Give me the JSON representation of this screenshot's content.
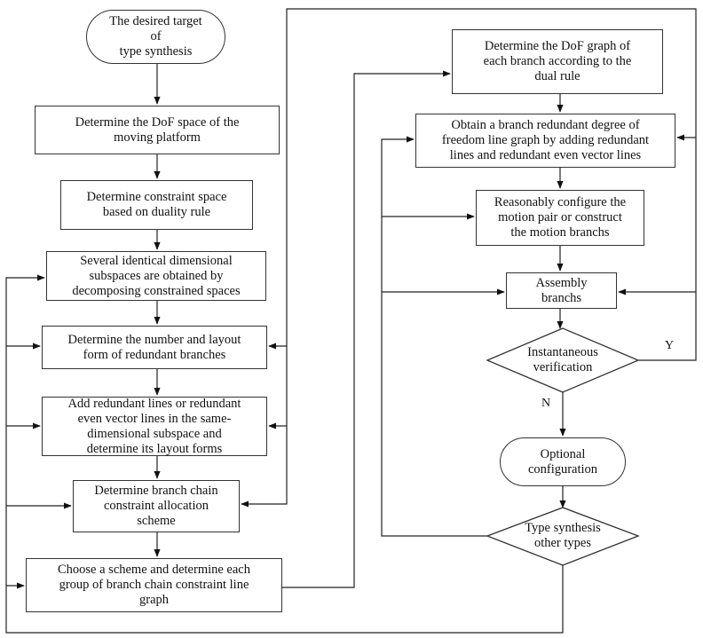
{
  "nodes": {
    "start": "The desired target\nof\ntype synthesis",
    "dof_space": "Determine the DoF space of the\nmoving platform",
    "constraint_space": "Determine  constraint space\nbased on duality rule",
    "subspaces": "Several identical dimensional\nsubspaces are obtained by\ndecomposing constrained spaces",
    "redundant_branches": "Determine the number and layout\nform of redundant branches",
    "add_redundant": "Add redundant lines or redundant\neven  vector lines in the same-\ndimensional subspace and\ndetermine its layout forms",
    "allocation": "Determine branch chain\nconstraint allocation\nscheme",
    "choose_scheme": "Choose a scheme and determine each\ngroup of branch chain constraint line\ngraph",
    "dof_graph": "Determine the DoF graph of\neach branch according to the\ndual rule",
    "redundant_graph": "Obtain a branch redundant degree of\nfreedom line graph by adding redundant\nlines and redundant even vector lines",
    "motion_pair": "Reasonably configure the\nmotion pair or construct\nthe motion branchs",
    "assembly": "Assembly\nbranchs",
    "verification": "Instantaneous\nverification",
    "optional": "Optional\nconfiguration",
    "other_types": "Type synthesis\nother types"
  },
  "edge_labels": {
    "yes": "Y",
    "no": "N"
  }
}
